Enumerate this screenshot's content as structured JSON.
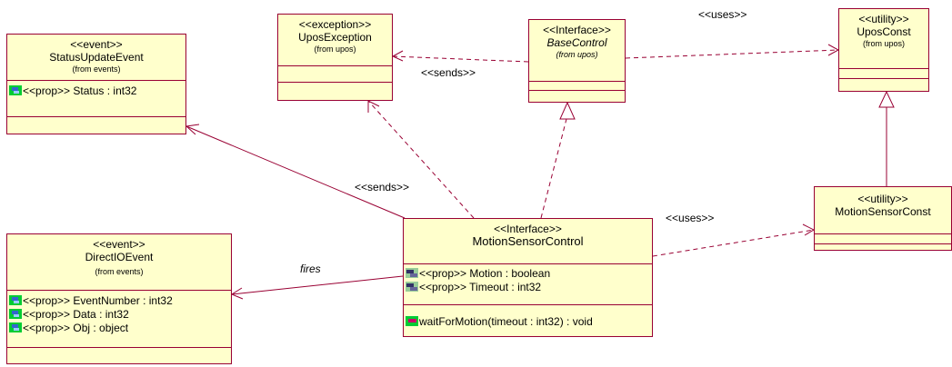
{
  "classes": {
    "status_update_event": {
      "stereotype": "<<event>>",
      "name": "StatusUpdateEvent",
      "from": "(from events)",
      "attributes": [
        "<<prop>> Status : int32"
      ]
    },
    "upos_exception": {
      "stereotype": "<<exception>>",
      "name": "UposException",
      "from": "(from upos)"
    },
    "base_control": {
      "stereotype": "<<Interface>>",
      "name": "BaseControl",
      "from": "(from upos)"
    },
    "upos_const": {
      "stereotype": "<<utility>>",
      "name": "UposConst",
      "from": "(from upos)"
    },
    "direct_io_event": {
      "stereotype": "<<event>>",
      "name": "DirectIOEvent",
      "from": "(from events)",
      "attributes": [
        "<<prop>> EventNumber : int32",
        "<<prop>> Data : int32",
        "<<prop>> Obj : object"
      ]
    },
    "motion_sensor_control": {
      "stereotype": "<<Interface>>",
      "name": "MotionSensorControl",
      "attributes": [
        "<<prop>> Motion : boolean",
        "<<prop>> Timeout : int32"
      ],
      "operations": [
        "waitForMotion(timeout : int32) : void"
      ]
    },
    "motion_sensor_const": {
      "stereotype": "<<utility>>",
      "name": "MotionSensorConst"
    }
  },
  "labels": {
    "sends_top": "<<sends>>",
    "sends_mid": "<<sends>>",
    "uses_top": "<<uses>>",
    "uses_mid": "<<uses>>",
    "fires": "fires"
  },
  "colors": {
    "box_fill": "#ffffcc",
    "border": "#990033",
    "public_icon": "#00cc33",
    "protected_icon": "#339933"
  }
}
